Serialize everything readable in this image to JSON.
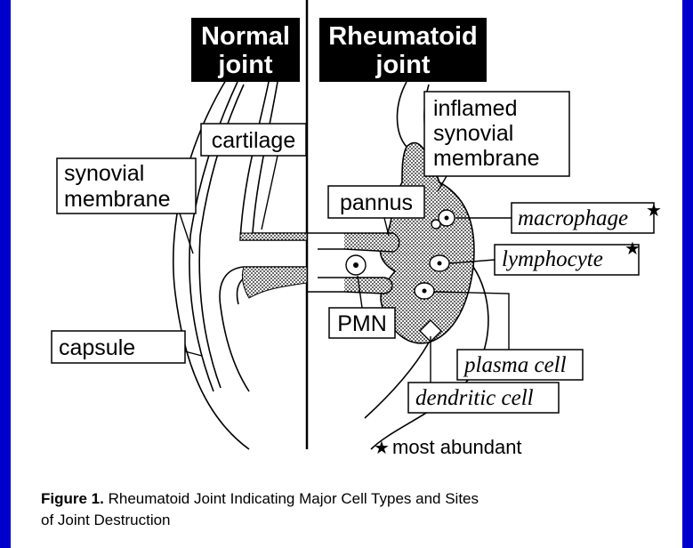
{
  "diagram": {
    "normal_header": [
      "Normal",
      "joint"
    ],
    "rheumatoid_header": [
      "Rheumatoid",
      "joint"
    ],
    "labels": {
      "cartilage": "cartilage",
      "synovial_membrane": [
        "synovial",
        "membrane"
      ],
      "capsule": "capsule",
      "inflamed_synovial_membrane": [
        "inflamed",
        "synovial",
        "membrane"
      ],
      "pannus": "pannus",
      "macrophage": "macrophage",
      "lymphocyte": "lymphocyte",
      "pmn": "PMN",
      "plasma_cell": "plasma cell",
      "dendritic_cell": "dendritic cell",
      "most_abundant": "most abundant",
      "star": "★"
    }
  },
  "caption": {
    "figure_label": "Figure 1.",
    "line1": "Rheumatoid Joint Indicating Major Cell Types and Sites",
    "line2": "of Joint Destruction"
  },
  "colors": {
    "background": "#0000cc",
    "panel": "#ffffff",
    "ink": "#000000"
  }
}
